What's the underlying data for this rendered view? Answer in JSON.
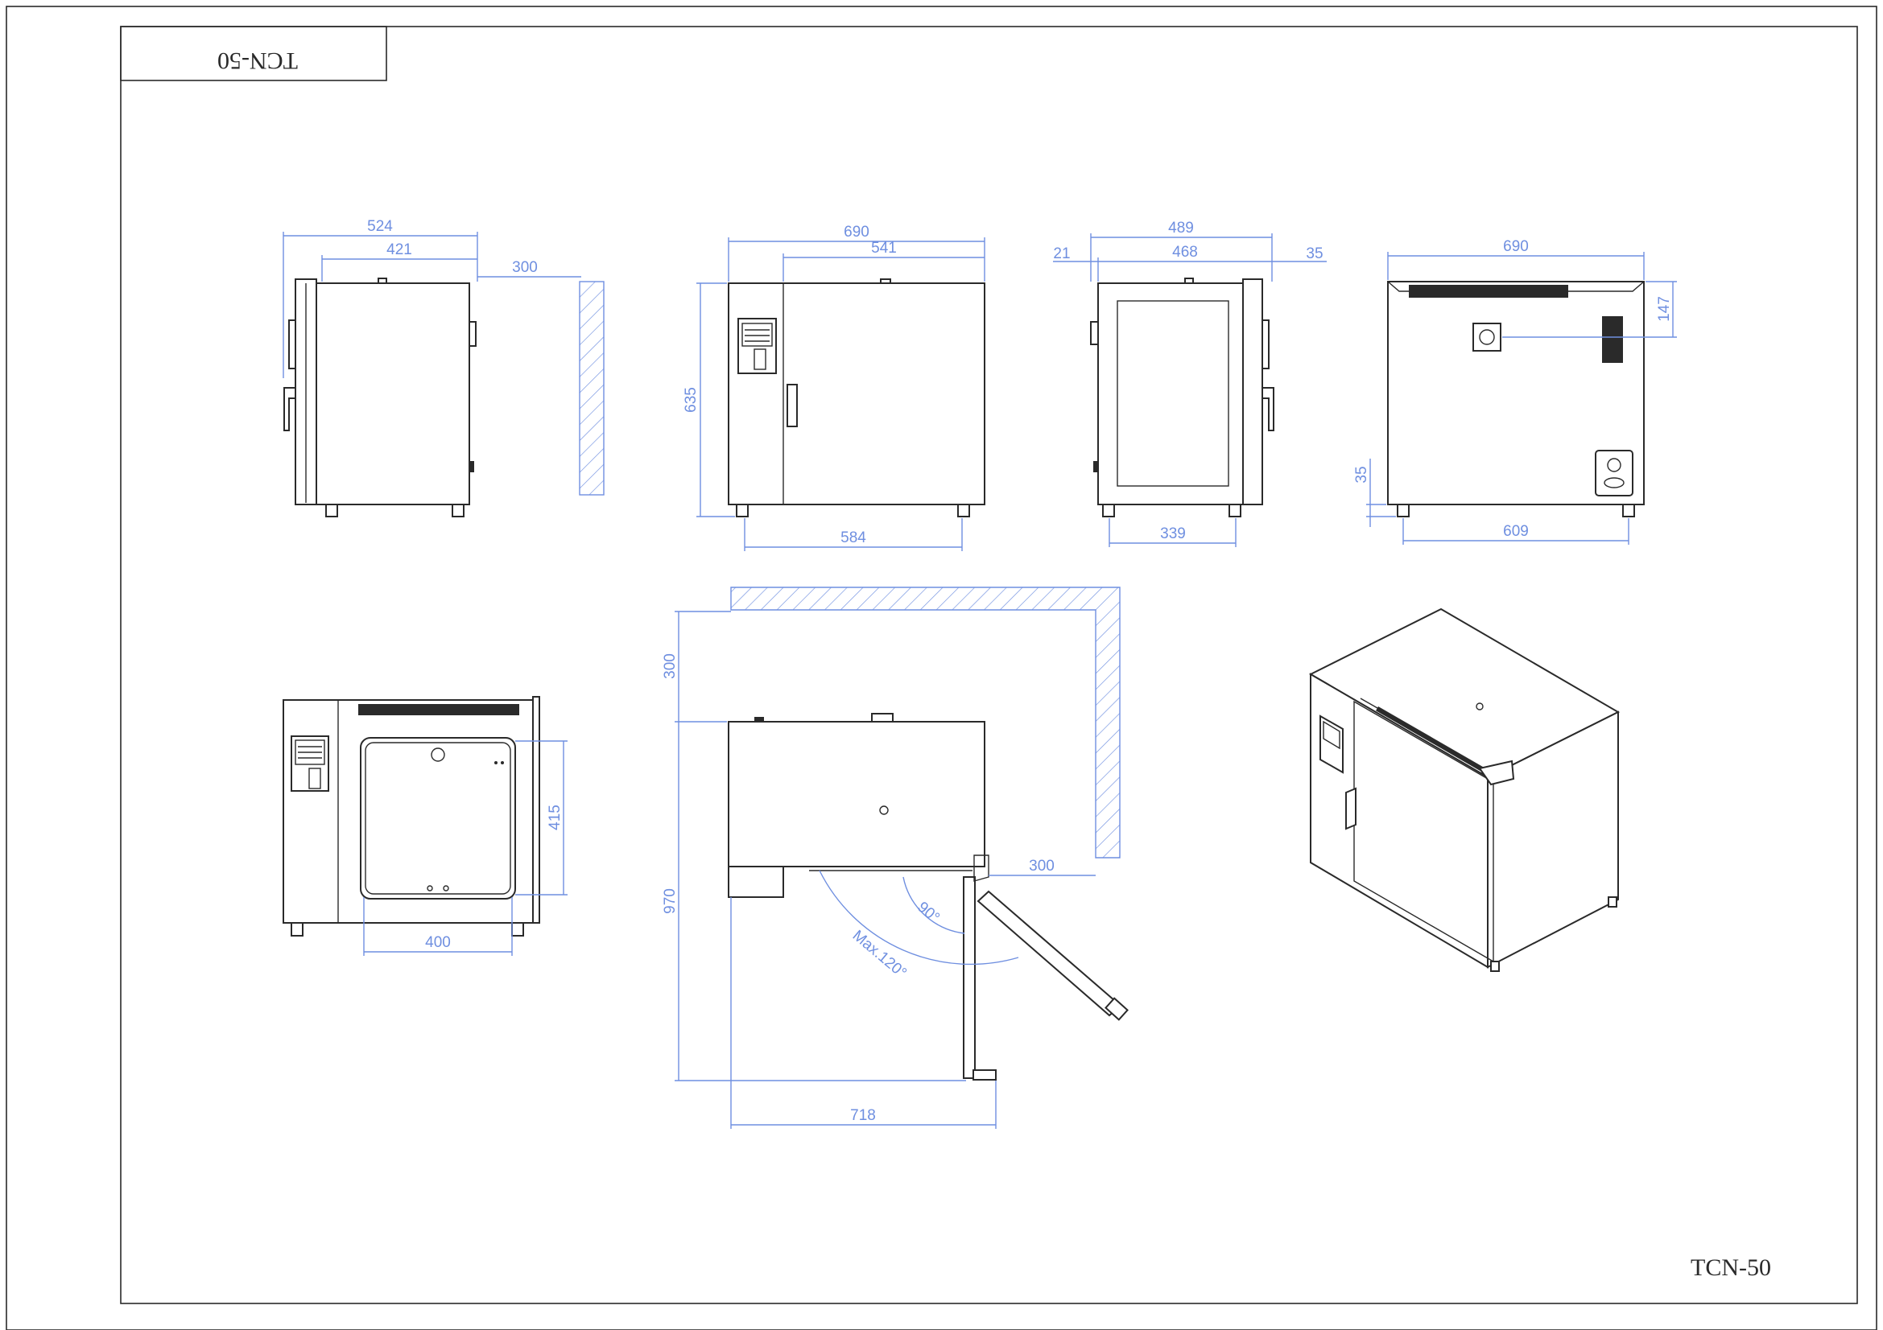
{
  "title_block": {
    "label_mirrored": "TCN-50"
  },
  "corner_label": "TCN-50",
  "dimensions": {
    "side_view": {
      "total_depth": "524",
      "body_depth": "421",
      "wall_clearance": "300"
    },
    "front_view": {
      "width": "690",
      "door_width": "541",
      "height": "635",
      "feet_span": "584"
    },
    "rear_left_view": {
      "depth": "489",
      "body": "468",
      "left_offset": "21",
      "right_offset": "35",
      "feet_span": "339"
    },
    "back_view": {
      "width": "690",
      "vent_height": "147",
      "foot_height": "35",
      "feet_span": "609"
    },
    "open_view": {
      "cavity_height": "415",
      "cavity_width": "400"
    },
    "top_view": {
      "rear_clearance": "300",
      "depth": "970",
      "side_clearance": "300",
      "door_angle": "90°",
      "door_max_angle": "Max.120°",
      "width_with_door": "718"
    }
  },
  "colors": {
    "line": "#2a2a2a",
    "dimension": "#6f8fe0"
  }
}
